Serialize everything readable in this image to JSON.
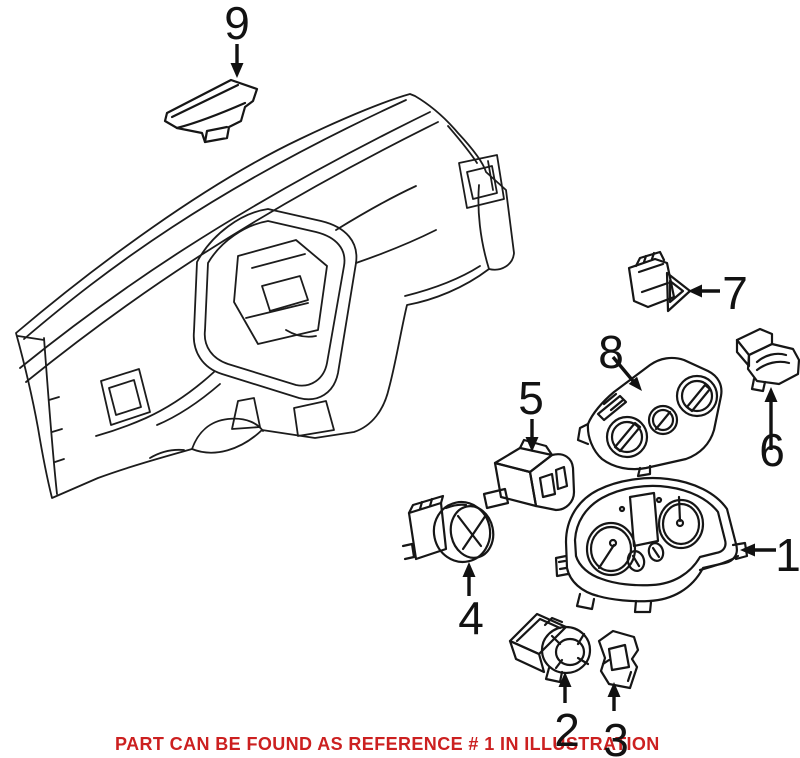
{
  "diagram": {
    "background": "#ffffff",
    "line_color": "#1c1c1c",
    "caption": "PART CAN BE FOUND AS REFERENCE # 1 IN ILLUSTRATION",
    "caption_color": "#cc2020",
    "callouts": [
      {
        "number": "1"
      },
      {
        "number": "2"
      },
      {
        "number": "3"
      },
      {
        "number": "4"
      },
      {
        "number": "5"
      },
      {
        "number": "6"
      },
      {
        "number": "7"
      },
      {
        "number": "8"
      },
      {
        "number": "9"
      }
    ]
  }
}
